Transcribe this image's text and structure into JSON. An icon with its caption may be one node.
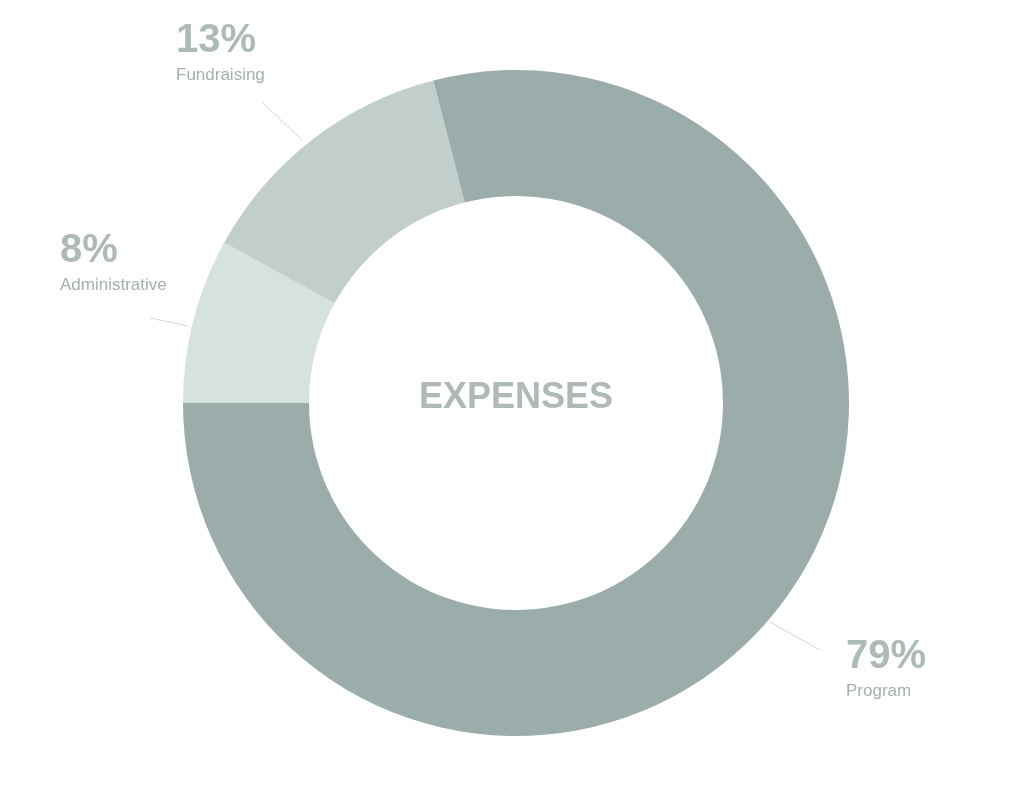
{
  "diagram": {
    "chart_data": {
      "type": "donut",
      "title": "EXPENSES",
      "categories": [
        "Program",
        "Administrative",
        "Fundraising"
      ],
      "series": [
        {
          "values": [
            79,
            8,
            13
          ]
        }
      ],
      "colors": [
        "#9badaa",
        "#d6e2de",
        "#c2cecb"
      ],
      "value_labels": [
        "79%",
        "8%",
        "13%"
      ]
    }
  }
}
